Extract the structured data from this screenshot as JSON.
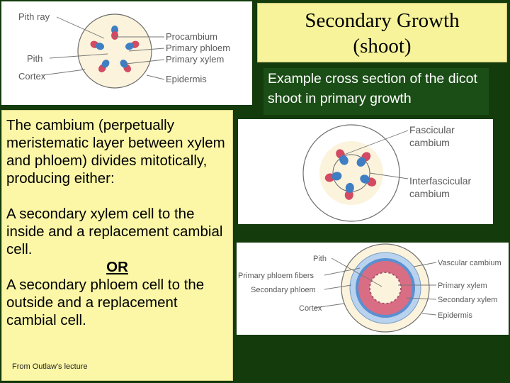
{
  "title": {
    "line1": "Secondary Growth",
    "line2": "(shoot)"
  },
  "caption": "Example cross section of the dicot shoot in primary growth",
  "body_text": {
    "para1": "The cambium (perpetually meristematic layer between xylem and phloem) divides mitotically, producing either:",
    "para2": "A secondary xylem cell to the inside and a replacement cambial cell.",
    "or": "OR",
    "para3": "A secondary phloem cell to the outside and a replacement cambial cell."
  },
  "credit": "From Outlaw's lecture",
  "figure1": {
    "left_labels": {
      "pith_ray": "Pith ray",
      "pith": "Pith",
      "cortex": "Cortex"
    },
    "right_labels": {
      "procambium": "Procambium",
      "primary_phloem": "Primary phloem",
      "primary_xylem": "Primary xylem",
      "epidermis": "Epidermis"
    }
  },
  "figure2": {
    "labels": {
      "fascicular_1": "Fascicular",
      "fascicular_2": "cambium",
      "interfascicular_1": "Interfascicular",
      "interfascicular_2": "cambium"
    }
  },
  "figure3": {
    "left_labels": {
      "pith": "Pith",
      "primary_phloem_fibers": "Primary phloem fibers",
      "secondary_phloem": "Secondary phloem",
      "cortex": "Cortex"
    },
    "right_labels": {
      "vascular_cambium": "Vascular cambium",
      "primary_xylem": "Primary xylem",
      "secondary_xylem": "Secondary xylem",
      "epidermis": "Epidermis"
    }
  },
  "colors": {
    "xylem": "#3f7ec2",
    "phloem": "#d24b63",
    "tissue": "#fbf3dc",
    "secondary_xylem": "#d96d84",
    "cambium_ring": "#5a8fd0",
    "slide_bg": "#133b0c",
    "box_yellow": "#fbf7a6"
  }
}
